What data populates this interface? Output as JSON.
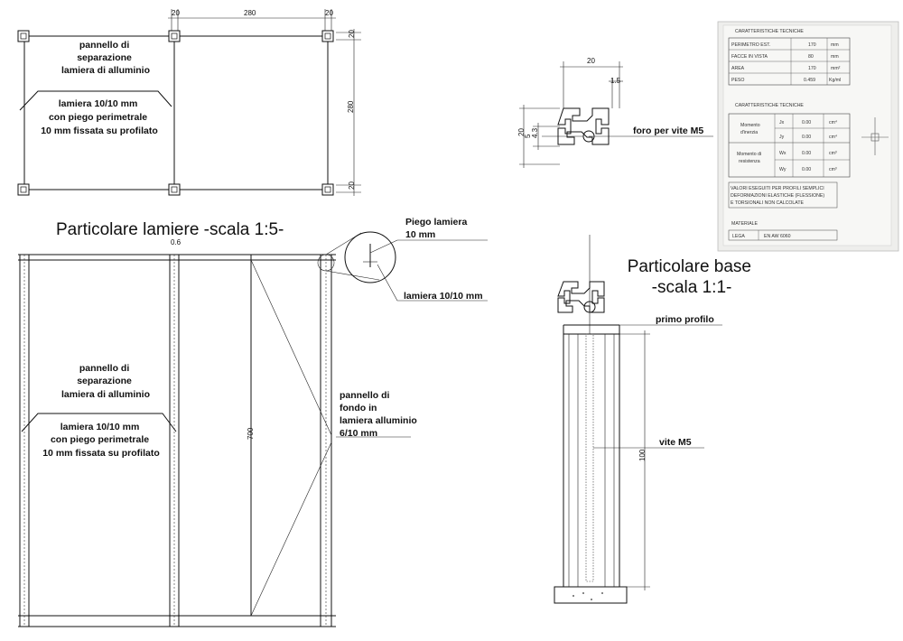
{
  "dims": {
    "top_w_left": "20",
    "top_w_mid": "280",
    "top_w_right": "20",
    "side_h_top": "20",
    "side_h_mid": "280",
    "side_h_bot": "20",
    "gap_06": "0.6",
    "h_700": "700",
    "prof_w": "20",
    "prof_15": "1.5",
    "prof_h": "20",
    "prof_5": "5",
    "prof_43": "4.3",
    "h_100": "100"
  },
  "top_view": {
    "panel_label": [
      "pannello di",
      "separazione",
      "lamiera di alluminio"
    ],
    "sheet_label": [
      "lamiera 10/10 mm",
      "con piego perimetrale",
      "10 mm fissata su profilato"
    ]
  },
  "detail_sheets": {
    "title": "Particolare lamiere -scala 1:5-",
    "panel_label": [
      "pannello di",
      "separazione",
      "lamiera di alluminio"
    ],
    "sheet_label": [
      "lamiera 10/10 mm",
      "con piego perimetrale",
      "10 mm fissata su profilato"
    ],
    "back_panel_label": [
      "pannello di",
      "fondo in",
      "lamiera alluminio",
      "6/10 mm"
    ],
    "fold_label": [
      "Piego lamiera",
      "10 mm"
    ],
    "sheet_thickness_label": "lamiera 10/10 mm"
  },
  "profile": {
    "hole_label": "foro per vite M5"
  },
  "detail_base": {
    "title": [
      "Particolare base",
      "-scala 1:1-"
    ],
    "first_profile_label": "primo profilo",
    "screw_label": "vite M5"
  },
  "spec_sheet": {
    "header1": "CARATTERISTICHE TECNICHE",
    "rows1": [
      [
        "PERIMETRO EST.",
        "170",
        "mm"
      ],
      [
        "FACCE IN VISTA",
        "80",
        "mm"
      ],
      [
        "AREA",
        "170",
        "mm²"
      ],
      [
        "PESO",
        "0.459",
        "Kg/ml"
      ]
    ],
    "header2": "CARATTERISTICHE TECNICHE",
    "inertia_label": [
      "Momento",
      "d'inerzia"
    ],
    "inertia_rows": [
      [
        "Jx",
        "0.00",
        "cm⁴"
      ],
      [
        "Jy",
        "0.00",
        "cm⁴"
      ]
    ],
    "resist_label": [
      "Momento di",
      "resistenza"
    ],
    "resist_rows": [
      [
        "Wx",
        "0.00",
        "cm³"
      ],
      [
        "Wy",
        "0.00",
        "cm³"
      ]
    ],
    "notes": [
      "VALORI ESEGUITI PER PROFILI SEMPLICI",
      "DEFORMAZIONI ELASTICHE (FLESSIONE)",
      "E TORSIONALI NON CALCOLATE"
    ],
    "material_header": "MATERIALE",
    "material_row": [
      "LEGA",
      "EN AW 6060"
    ]
  }
}
